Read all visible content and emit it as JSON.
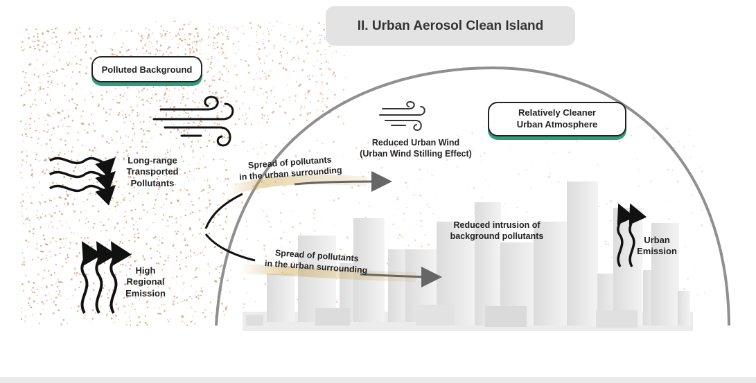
{
  "title": "II. Urban Aerosol Clean Island",
  "labels": {
    "polluted_background": "Polluted Background",
    "relatively_cleaner_1": "Relatively Cleaner",
    "relatively_cleaner_2": "Urban Atmosphere",
    "long_range_1": "Long-range",
    "long_range_2": "Transported",
    "long_range_3": "Pollutants",
    "high_regional_1": "High",
    "high_regional_2": "Regional",
    "high_regional_3": "Emission",
    "reduced_wind_1": "Reduced Urban Wind",
    "reduced_wind_2": "(Urban Wind Stilling Effect)",
    "spread_upper_1": "Spread of pollutants",
    "spread_upper_2": "in the urban surrounding",
    "spread_lower_1": "Spread of pollutants",
    "spread_lower_2": "in the urban surrounding",
    "reduced_intrusion_1": "Reduced intrusion of",
    "reduced_intrusion_2": "background pollutants",
    "urban_emission_1": "Urban",
    "urban_emission_2": "Emission"
  },
  "colors": {
    "accent_green": "#2e9e7a",
    "particle": "#c0743f",
    "dome": "#8f8f8f",
    "building": "#e6e6e6",
    "arrow_gray": "#666666",
    "title_bg": "#e3e3e3"
  },
  "icons": {
    "wind_large": "wind-icon",
    "wind_small": "wind-icon",
    "transport_arrows": "wavy-arrows-right-icon",
    "regional_emission": "wavy-arrows-up-icon",
    "urban_emission": "wavy-arrows-up-icon"
  }
}
